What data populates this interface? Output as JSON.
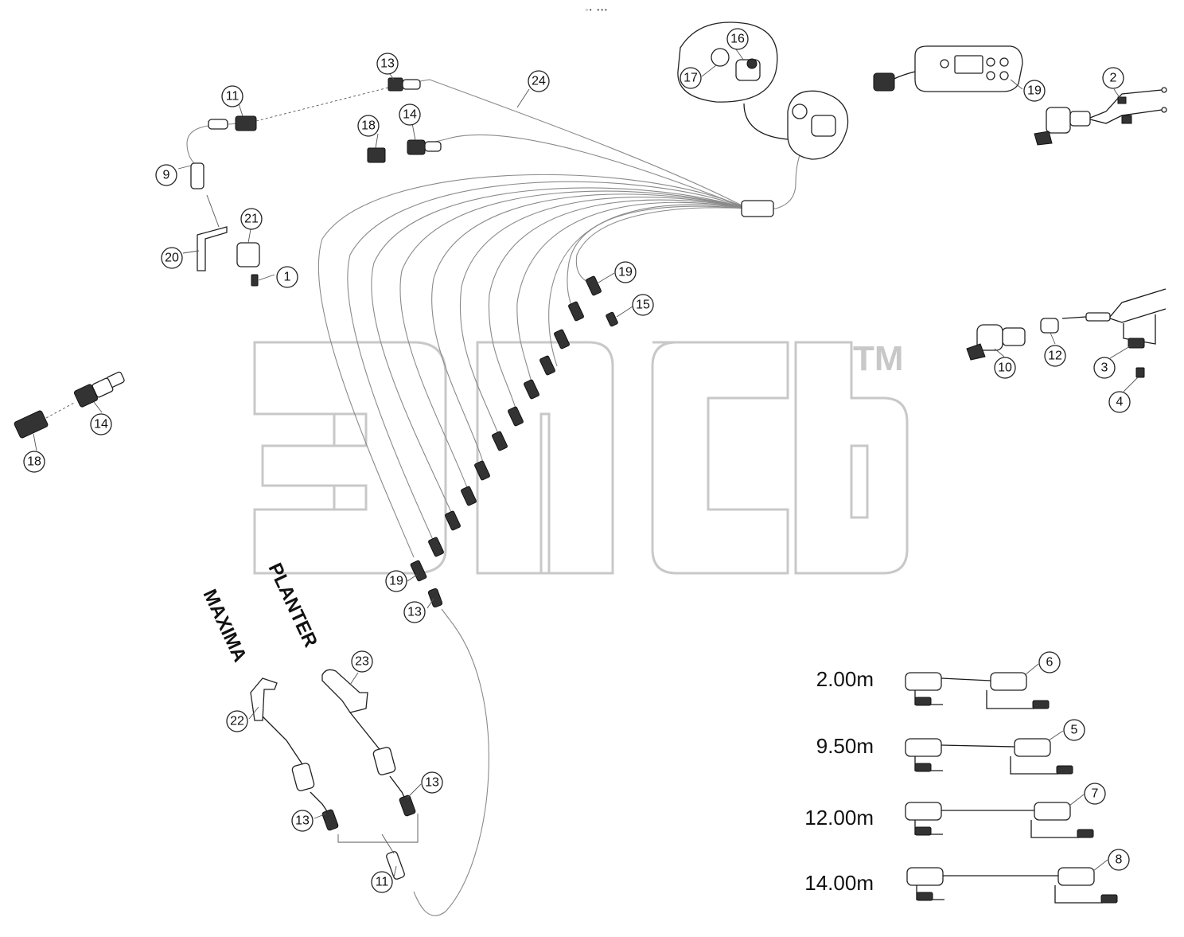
{
  "diagram": {
    "corner_mark": "▫• •••",
    "watermark_trademark": "TM",
    "labels": {
      "maxima": "MAXIMA",
      "planter": "PLANTER"
    },
    "cable_lengths": [
      {
        "length": "2.00m",
        "part": "6"
      },
      {
        "length": "9.50m",
        "part": "5"
      },
      {
        "length": "12.00m",
        "part": "7"
      },
      {
        "length": "14.00m",
        "part": "8"
      }
    ],
    "callouts": [
      "13",
      "11",
      "9",
      "24",
      "18",
      "14",
      "20",
      "21",
      "1",
      "17",
      "16",
      "19",
      "2",
      "19",
      "15",
      "10",
      "12",
      "3",
      "4",
      "14",
      "18",
      "19",
      "13",
      "23",
      "22",
      "13",
      "13",
      "11"
    ]
  }
}
